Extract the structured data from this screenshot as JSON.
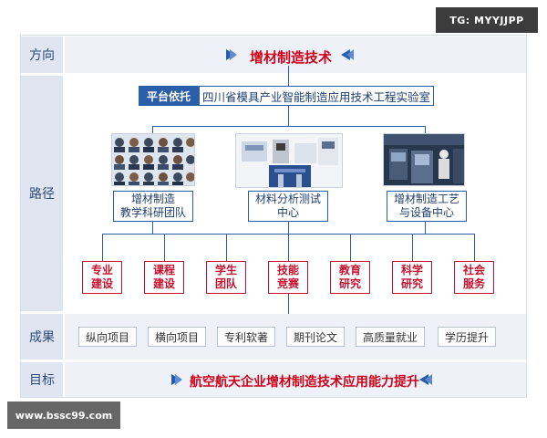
{
  "watermark_top": "TG: MYYJJPP",
  "watermark_bottom": "www.bssc99.com",
  "rows": {
    "direction": "方向",
    "path": "路径",
    "results": "成果",
    "goal": "目标"
  },
  "direction_title": "增材制造技术",
  "platform": {
    "tag": "平台依托",
    "name": "四川省模具产业智能制造应用技术工程实验室"
  },
  "centers": [
    {
      "line1": "增材制造",
      "line2": "教学科研团队"
    },
    {
      "line1": "材料分析测试",
      "line2": "中心"
    },
    {
      "line1": "增材制造工艺",
      "line2": "与设备中心"
    }
  ],
  "activities": [
    {
      "line1": "专业",
      "line2": "建设"
    },
    {
      "line1": "课程",
      "line2": "建设"
    },
    {
      "line1": "学生",
      "line2": "团队"
    },
    {
      "line1": "技能",
      "line2": "竞赛"
    },
    {
      "line1": "教育",
      "line2": "研究"
    },
    {
      "line1": "科学",
      "line2": "研究"
    },
    {
      "line1": "社会",
      "line2": "服务"
    }
  ],
  "results": [
    "纵向项目",
    "横向项目",
    "专利软著",
    "期刊论文",
    "高质量就业",
    "学历提升"
  ],
  "goal_title": "航空航天企业增材制造技术应用能力提升",
  "colors": {
    "accent_blue": "#2a5ea8",
    "label_bg": "#dfe6f1",
    "band_bg": "#eef2f8",
    "red": "#c8102e"
  }
}
